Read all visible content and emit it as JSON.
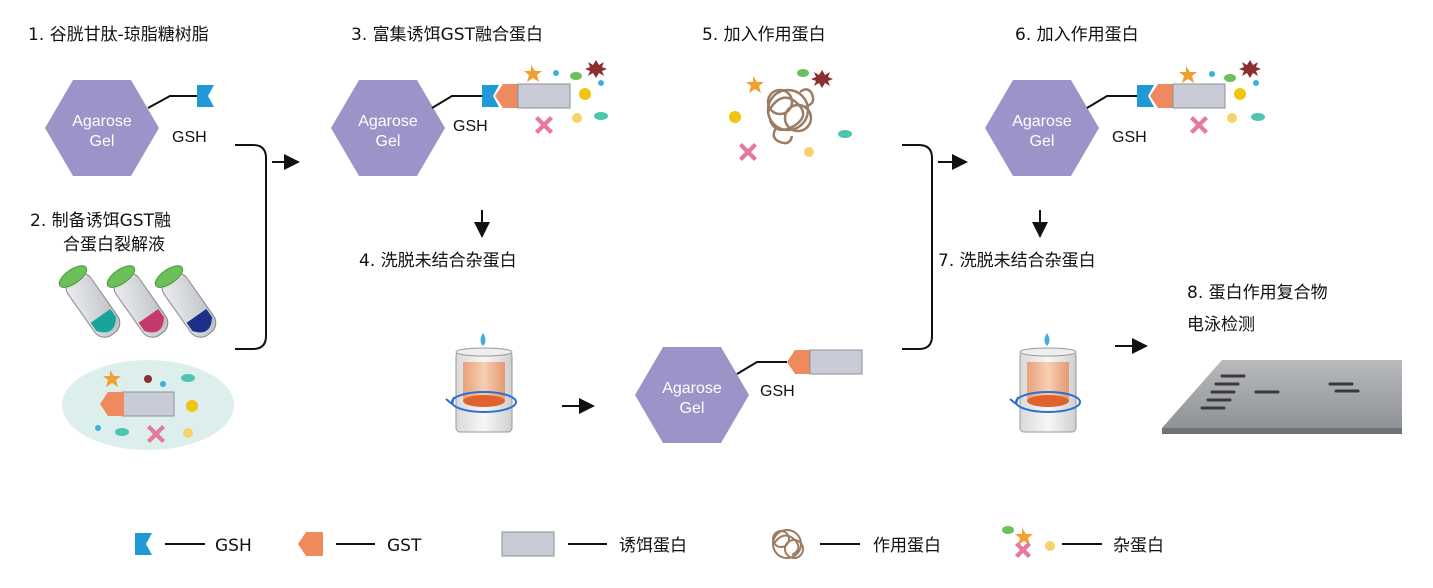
{
  "steps": {
    "s1": "1. 谷胱甘肽-琼脂糖树脂",
    "s2a": "2.  制备诱饵GST融",
    "s2b": "合蛋白裂解液",
    "s3": "3. 富集诱饵GST融合蛋白",
    "s4": "4.  洗脱未结合杂蛋白",
    "s5": "5.  加入作用蛋白",
    "s6": "6.  加入作用蛋白",
    "s7": "7.  洗脱未结合杂蛋白",
    "s8a": "8.    蛋白作用复合物",
    "s8b": "电泳检测"
  },
  "gel": {
    "line1": "Agarose",
    "line2": "Gel"
  },
  "gsh_label": "GSH",
  "legend": {
    "gsh": "GSH",
    "gst": "GST",
    "bait": "诱饵蛋白",
    "interact": "作用蛋白",
    "misc": "杂蛋白"
  },
  "colors": {
    "agarose": "#9b94c8",
    "gsh": "#1f9ad6",
    "gst": "#ef8a5f",
    "bait": "#c9ccd6",
    "interact": "#9b7c64",
    "misc_pink": "#e57a9b",
    "misc_yellow": "#f1c40f",
    "misc_teal": "#4cc6b0",
    "misc_orange": "#f0a030",
    "misc_dark": "#8a3030",
    "gel_plate": "#9ea0a4"
  }
}
